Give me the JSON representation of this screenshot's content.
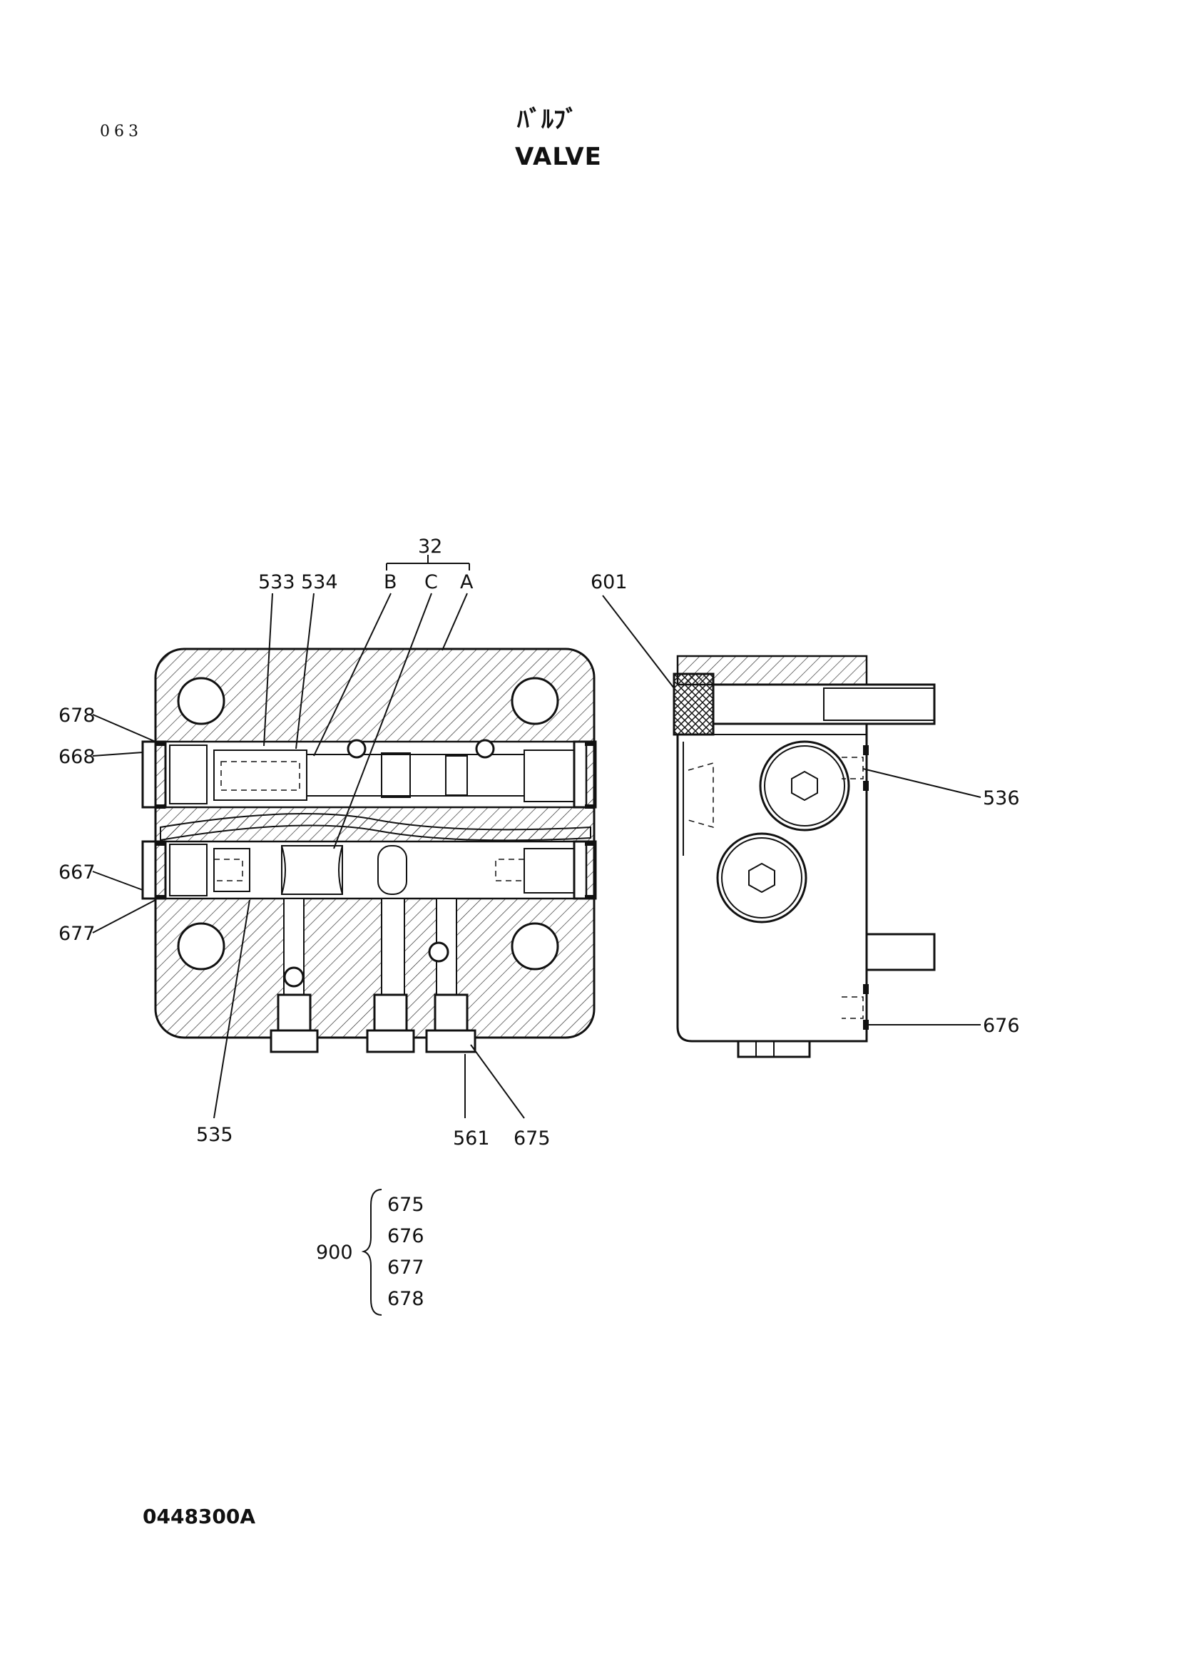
{
  "header": {
    "page_number": "063",
    "title_jp": "ﾊﾞﾙﾌﾞ",
    "title_en": "VALVE"
  },
  "callouts": {
    "c32": "32",
    "c533": "533",
    "c534": "534",
    "cB": "B",
    "cC": "C",
    "cA": "A",
    "c601": "601",
    "c678": "678",
    "c668": "668",
    "c667": "667",
    "c677": "677",
    "c536": "536",
    "c676": "676",
    "c535": "535",
    "c561": "561",
    "c675": "675"
  },
  "kit": {
    "number": "900",
    "items": [
      "675",
      "676",
      "677",
      "678"
    ]
  },
  "footer": {
    "drawing_code": "0448300A"
  }
}
